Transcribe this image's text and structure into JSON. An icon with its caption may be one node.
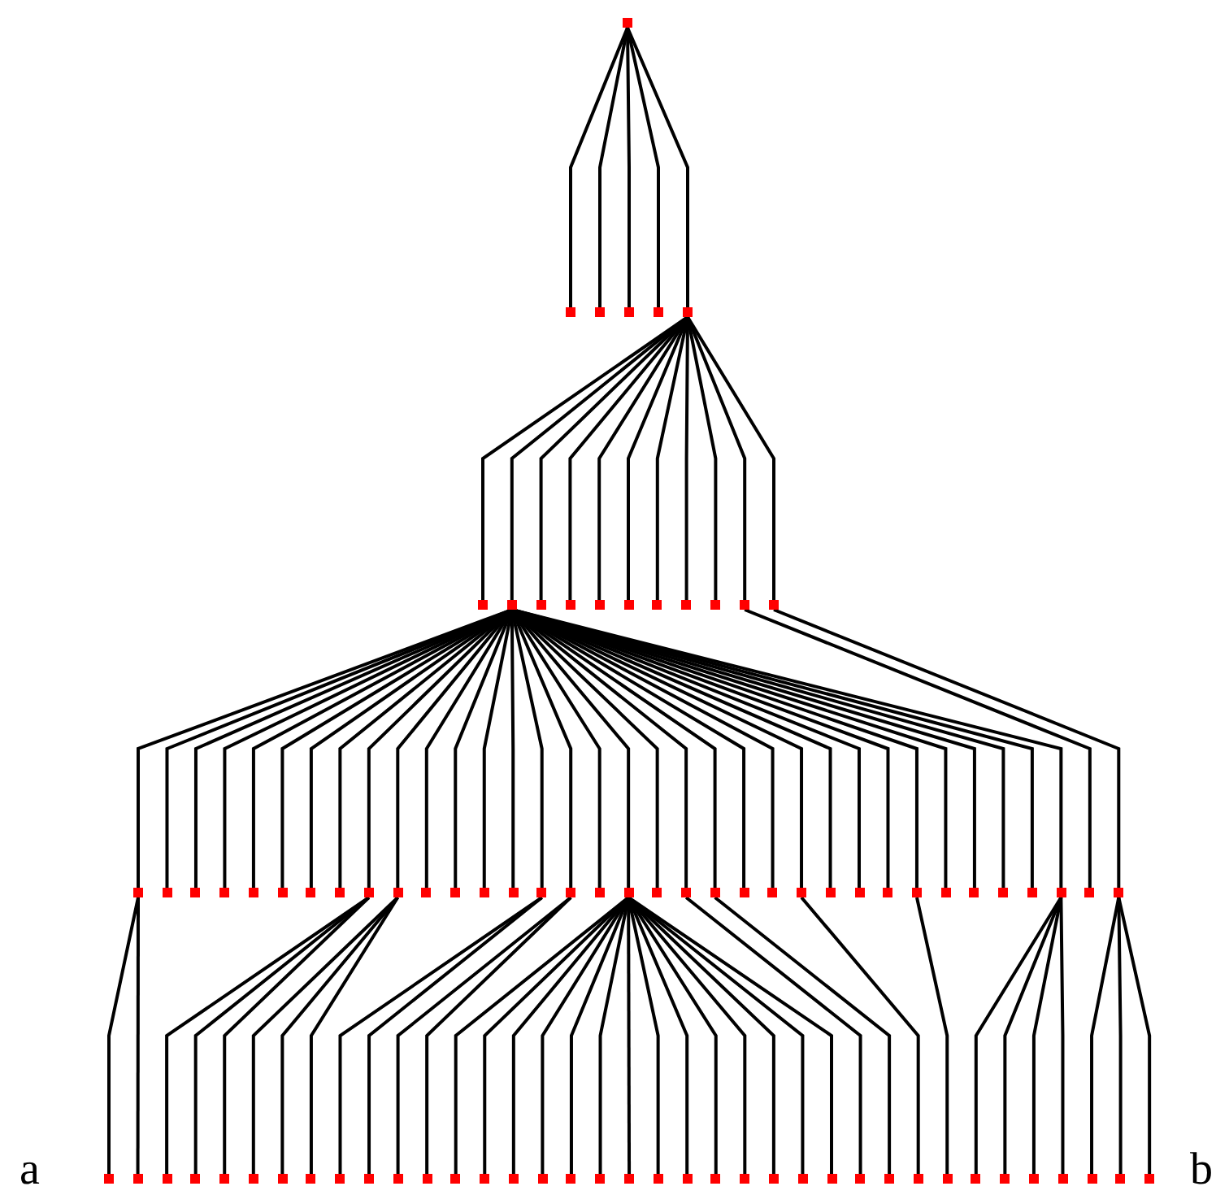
{
  "diagram": {
    "nodes": [
      {
        "text": [],
        "shape": "box"
      },
      {
        "text": [],
        "shape": "box"
      },
      {
        "text": [],
        "shape": "box"
      },
      {
        "text": [],
        "shape": "box"
      },
      {
        "text": [],
        "shape": "box"
      },
      {
        "text": [],
        "shape": "box"
      },
      {
        "text": [],
        "shape": "box"
      },
      {
        "text": [],
        "shape": "box"
      },
      {
        "text": [],
        "shape": "box"
      },
      {
        "text": [],
        "shape": "box"
      },
      {
        "text": [],
        "shape": "box"
      },
      {
        "text": [],
        "shape": "box"
      },
      {
        "text": [],
        "shape": "box"
      },
      {
        "text": [],
        "shape": "box"
      },
      {
        "text": [],
        "shape": "box"
      },
      {
        "text": [],
        "shape": "box"
      },
      {
        "text": [],
        "shape": "box"
      },
      {
        "text": [],
        "shape": "box"
      },
      {
        "text": [],
        "shape": "box"
      },
      {
        "text": [],
        "shape": "box"
      },
      {
        "text": [],
        "shape": "box"
      },
      {
        "text": [],
        "shape": "box"
      },
      {
        "text": [],
        "shape": "box"
      },
      {
        "text": [],
        "shape": "box"
      },
      {
        "text": [],
        "shape": "box"
      },
      {
        "text": [],
        "shape": "box"
      },
      {
        "text": [],
        "shape": "box"
      },
      {
        "text": [],
        "shape": "box"
      },
      {
        "text": [],
        "shape": "box"
      },
      {
        "text": [],
        "shape": "box"
      },
      {
        "text": [],
        "shape": "box"
      },
      {
        "text": [],
        "shape": "box"
      },
      {
        "text": [],
        "shape": "box"
      },
      {
        "text": [],
        "shape": "box"
      },
      {
        "text": [],
        "shape": "box"
      },
      {
        "text": [],
        "shape": "box"
      },
      {
        "text": [],
        "shape": "box"
      },
      {
        "text": [],
        "shape": "box"
      },
      {
        "text": [],
        "shape": "box"
      },
      {
        "text": [],
        "shape": "box"
      },
      {
        "text": [],
        "shape": "box"
      },
      {
        "text": [],
        "shape": "box"
      },
      {
        "text": [],
        "shape": "box"
      },
      {
        "text": [],
        "shape": "box"
      },
      {
        "text": [],
        "shape": "box"
      },
      {
        "text": [],
        "shape": "box"
      },
      {
        "text": [],
        "shape": "box"
      },
      {
        "text": [],
        "shape": "box"
      },
      {
        "text": [],
        "shape": "box"
      },
      {
        "text": [],
        "shape": "box"
      },
      {
        "text": [],
        "shape": "box"
      },
      {
        "text": [],
        "shape": "box"
      },
      {
        "text": [],
        "shape": "box"
      },
      {
        "text": [],
        "shape": "box"
      },
      {
        "text": [],
        "shape": "box"
      },
      {
        "text": [],
        "shape": "box"
      },
      {
        "text": [],
        "shape": "box"
      },
      {
        "text": [],
        "shape": "box"
      },
      {
        "text": [],
        "shape": "box"
      },
      {
        "text": [],
        "shape": "box"
      },
      {
        "text": [],
        "shape": "box"
      },
      {
        "text": [],
        "shape": "box"
      },
      {
        "text": [],
        "shape": "box"
      },
      {
        "text": [],
        "shape": "box"
      },
      {
        "text": [],
        "shape": "box"
      },
      {
        "text": [],
        "shape": "box"
      },
      {
        "text": [],
        "shape": "box"
      },
      {
        "text": [],
        "shape": "box"
      },
      {
        "text": [],
        "shape": "box"
      },
      {
        "text": [],
        "shape": "box"
      },
      {
        "text": [],
        "shape": "box"
      },
      {
        "text": [],
        "shape": "box"
      },
      {
        "text": [],
        "shape": "box"
      },
      {
        "text": [],
        "shape": "box"
      },
      {
        "text": [],
        "shape": "box"
      },
      {
        "text": [],
        "shape": "box"
      },
      {
        "text": [],
        "shape": "box"
      },
      {
        "text": [],
        "shape": "box"
      },
      {
        "text": [],
        "shape": "box"
      },
      {
        "text": [],
        "shape": "box"
      },
      {
        "text": [],
        "shape": "box"
      },
      {
        "text": [],
        "shape": "box"
      },
      {
        "text": [],
        "shape": "box"
      },
      {
        "text": [],
        "shape": "box"
      },
      {
        "text": [],
        "shape": "box"
      },
      {
        "text": [],
        "shape": "box"
      },
      {
        "text": [],
        "shape": "box"
      },
      {
        "text": [],
        "shape": "box"
      },
      {
        "text": [],
        "shape": "box"
      }
    ],
    "edges": [
      {
        "from": 0,
        "to": 1,
        "arrow": "none"
      },
      {
        "from": 0,
        "to": 2,
        "arrow": "none"
      },
      {
        "from": 0,
        "to": 3,
        "arrow": "none"
      },
      {
        "from": 0,
        "to": 4,
        "arrow": "none"
      },
      {
        "from": 0,
        "to": 5,
        "arrow": "none"
      },
      {
        "from": 5,
        "to": 6,
        "arrow": "none"
      },
      {
        "from": 5,
        "to": 7,
        "arrow": "none"
      },
      {
        "from": 5,
        "to": 8,
        "arrow": "none"
      },
      {
        "from": 5,
        "to": 9,
        "arrow": "none"
      },
      {
        "from": 5,
        "to": 10,
        "arrow": "none"
      },
      {
        "from": 5,
        "to": 11,
        "arrow": "none"
      },
      {
        "from": 5,
        "to": 12,
        "arrow": "none"
      },
      {
        "from": 5,
        "to": 13,
        "arrow": "none"
      },
      {
        "from": 5,
        "to": 14,
        "arrow": "none"
      },
      {
        "from": 5,
        "to": 15,
        "arrow": "none"
      },
      {
        "from": 5,
        "to": 16,
        "arrow": "none"
      },
      {
        "from": 7,
        "to": 17,
        "arrow": "none"
      },
      {
        "from": 7,
        "to": 18,
        "arrow": "none"
      },
      {
        "from": 7,
        "to": 19,
        "arrow": "none"
      },
      {
        "from": 7,
        "to": 20,
        "arrow": "none"
      },
      {
        "from": 7,
        "to": 21,
        "arrow": "none"
      },
      {
        "from": 7,
        "to": 22,
        "arrow": "none"
      },
      {
        "from": 7,
        "to": 23,
        "arrow": "none"
      },
      {
        "from": 7,
        "to": 24,
        "arrow": "none"
      },
      {
        "from": 7,
        "to": 25,
        "arrow": "none"
      },
      {
        "from": 7,
        "to": 26,
        "arrow": "none"
      },
      {
        "from": 7,
        "to": 27,
        "arrow": "none"
      },
      {
        "from": 7,
        "to": 28,
        "arrow": "none"
      },
      {
        "from": 7,
        "to": 29,
        "arrow": "none"
      },
      {
        "from": 7,
        "to": 30,
        "arrow": "none"
      },
      {
        "from": 7,
        "to": 31,
        "arrow": "none"
      },
      {
        "from": 7,
        "to": 32,
        "arrow": "none"
      },
      {
        "from": 7,
        "to": 33,
        "arrow": "none"
      },
      {
        "from": 7,
        "to": 34,
        "arrow": "none"
      },
      {
        "from": 7,
        "to": 35,
        "arrow": "none"
      },
      {
        "from": 7,
        "to": 36,
        "arrow": "none"
      },
      {
        "from": 7,
        "to": 37,
        "arrow": "none"
      },
      {
        "from": 7,
        "to": 38,
        "arrow": "none"
      },
      {
        "from": 7,
        "to": 39,
        "arrow": "none"
      },
      {
        "from": 7,
        "to": 40,
        "arrow": "none"
      },
      {
        "from": 7,
        "to": 41,
        "arrow": "none"
      },
      {
        "from": 7,
        "to": 42,
        "arrow": "none"
      },
      {
        "from": 7,
        "to": 43,
        "arrow": "none"
      },
      {
        "from": 7,
        "to": 44,
        "arrow": "none"
      },
      {
        "from": 7,
        "to": 45,
        "arrow": "none"
      },
      {
        "from": 7,
        "to": 46,
        "arrow": "none"
      },
      {
        "from": 7,
        "to": 47,
        "arrow": "none"
      },
      {
        "from": 7,
        "to": 48,
        "arrow": "none"
      },
      {
        "from": 7,
        "to": 49,
        "arrow": "none"
      },
      {
        "from": 15,
        "to": 50,
        "arrow": "none"
      },
      {
        "from": 16,
        "to": 51,
        "arrow": "none"
      },
      {
        "from": 17,
        "to": 52,
        "arrow": "none"
      },
      {
        "from": 17,
        "to": 53,
        "arrow": "none"
      },
      {
        "from": 25,
        "to": 54,
        "arrow": "none"
      },
      {
        "from": 25,
        "to": 55,
        "arrow": "none"
      },
      {
        "from": 25,
        "to": 56,
        "arrow": "none"
      },
      {
        "from": 26,
        "to": 57,
        "arrow": "none"
      },
      {
        "from": 26,
        "to": 58,
        "arrow": "none"
      },
      {
        "from": 26,
        "to": 59,
        "arrow": "none"
      },
      {
        "from": 31,
        "to": 60,
        "arrow": "none"
      },
      {
        "from": 31,
        "to": 61,
        "arrow": "none"
      },
      {
        "from": 32,
        "to": 62,
        "arrow": "none"
      },
      {
        "from": 32,
        "to": 63,
        "arrow": "none"
      },
      {
        "from": 34,
        "to": 64,
        "arrow": "none"
      },
      {
        "from": 34,
        "to": 65,
        "arrow": "none"
      },
      {
        "from": 34,
        "to": 66,
        "arrow": "none"
      },
      {
        "from": 34,
        "to": 67,
        "arrow": "none"
      },
      {
        "from": 34,
        "to": 68,
        "arrow": "none"
      },
      {
        "from": 34,
        "to": 69,
        "arrow": "none"
      },
      {
        "from": 34,
        "to": 70,
        "arrow": "none"
      },
      {
        "from": 34,
        "to": 71,
        "arrow": "none"
      },
      {
        "from": 34,
        "to": 72,
        "arrow": "none"
      },
      {
        "from": 34,
        "to": 73,
        "arrow": "none"
      },
      {
        "from": 34,
        "to": 74,
        "arrow": "none"
      },
      {
        "from": 34,
        "to": 75,
        "arrow": "none"
      },
      {
        "from": 34,
        "to": 76,
        "arrow": "none"
      },
      {
        "from": 34,
        "to": 77,
        "arrow": "none"
      },
      {
        "from": 36,
        "to": 78,
        "arrow": "none"
      },
      {
        "from": 37,
        "to": 79,
        "arrow": "none"
      },
      {
        "from": 40,
        "to": 80,
        "arrow": "none"
      },
      {
        "from": 44,
        "to": 81,
        "arrow": "none"
      },
      {
        "from": 49,
        "to": 82,
        "arrow": "none"
      },
      {
        "from": 49,
        "to": 83,
        "arrow": "none"
      },
      {
        "from": 49,
        "to": 84,
        "arrow": "none"
      },
      {
        "from": 49,
        "to": 85,
        "arrow": "none"
      },
      {
        "from": 51,
        "to": 86,
        "arrow": "none"
      },
      {
        "from": 51,
        "to": 87,
        "arrow": "none"
      },
      {
        "from": 51,
        "to": 88,
        "arrow": "none"
      }
    ],
    "labels": [
      "a",
      "b"
    ]
  }
}
